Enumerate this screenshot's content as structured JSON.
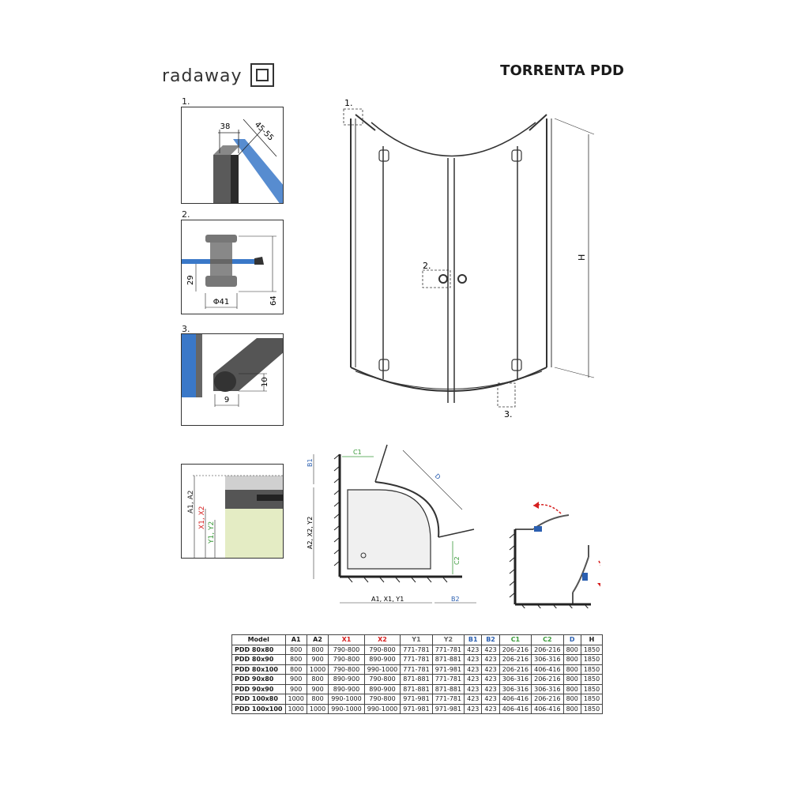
{
  "brand": {
    "logo_text": "radaway"
  },
  "header": {
    "title": "TORRENTA PDD"
  },
  "details": {
    "d1": {
      "label": "1.",
      "dim_a": "38",
      "dim_b": "45-55"
    },
    "d2": {
      "label": "2.",
      "dim_h": "29",
      "dim_h2": "64",
      "dim_d": "Φ41"
    },
    "d3": {
      "label": "3.",
      "dim_w": "9",
      "dim_h": "10"
    },
    "d4": {
      "a1a2": "A1, A2",
      "x1x2": "X1, X2",
      "y1y2": "Y1, Y2"
    }
  },
  "front_view": {
    "callout1": "1.",
    "callout2": "2.",
    "callout3": "3.",
    "height_label": "H"
  },
  "plan_view": {
    "b1": "B1",
    "c1": "C1",
    "d": "D",
    "c2": "C2",
    "a2_side": "A2, X2, Y2",
    "a1_bottom": "A1, X1, Y1",
    "b2": "B2"
  },
  "colors": {
    "red": "#d62020",
    "blue": "#2b5fb0",
    "green": "#3a9a3a",
    "glass": "#3a78c8",
    "tray": "#e4ecc4"
  },
  "table": {
    "headers": [
      "Model",
      "A1",
      "A2",
      "X1",
      "X2",
      "Y1",
      "Y2",
      "B1",
      "B2",
      "C1",
      "C2",
      "D",
      "H"
    ],
    "header_colors": [
      "#111111",
      "#111111",
      "#111111",
      "#d62020",
      "#d62020",
      "#666666",
      "#666666",
      "#2b5fb0",
      "#2b5fb0",
      "#3a9a3a",
      "#3a9a3a",
      "#2b5fb0",
      "#111111"
    ],
    "rows": [
      [
        "PDD 80x80",
        "800",
        "800",
        "790-800",
        "790-800",
        "771-781",
        "771-781",
        "423",
        "423",
        "206-216",
        "206-216",
        "800",
        "1850"
      ],
      [
        "PDD 80x90",
        "800",
        "900",
        "790-800",
        "890-900",
        "771-781",
        "871-881",
        "423",
        "423",
        "206-216",
        "306-316",
        "800",
        "1850"
      ],
      [
        "PDD 80x100",
        "800",
        "1000",
        "790-800",
        "990-1000",
        "771-781",
        "971-981",
        "423",
        "423",
        "206-216",
        "406-416",
        "800",
        "1850"
      ],
      [
        "PDD 90x80",
        "900",
        "800",
        "890-900",
        "790-800",
        "871-881",
        "771-781",
        "423",
        "423",
        "306-316",
        "206-216",
        "800",
        "1850"
      ],
      [
        "PDD 90x90",
        "900",
        "900",
        "890-900",
        "890-900",
        "871-881",
        "871-881",
        "423",
        "423",
        "306-316",
        "306-316",
        "800",
        "1850"
      ],
      [
        "PDD 100x80",
        "1000",
        "800",
        "990-1000",
        "790-800",
        "971-981",
        "771-781",
        "423",
        "423",
        "406-416",
        "206-216",
        "800",
        "1850"
      ],
      [
        "PDD 100x100",
        "1000",
        "1000",
        "990-1000",
        "990-1000",
        "971-981",
        "971-981",
        "423",
        "423",
        "406-416",
        "406-416",
        "800",
        "1850"
      ]
    ]
  }
}
